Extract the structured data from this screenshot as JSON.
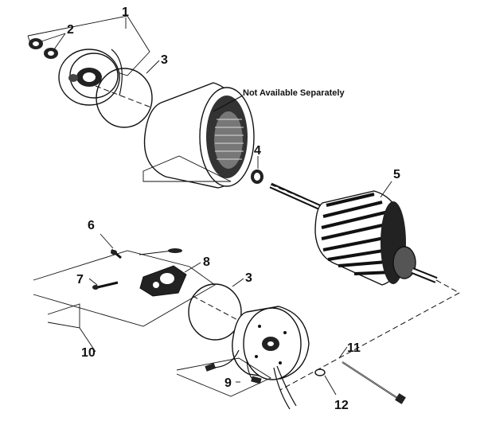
{
  "diagram": {
    "note": "Not Available Separately",
    "callouts": [
      "1",
      "2",
      "3",
      "4",
      "5",
      "6",
      "7",
      "8",
      "3",
      "10",
      "9",
      "11",
      "12"
    ]
  }
}
